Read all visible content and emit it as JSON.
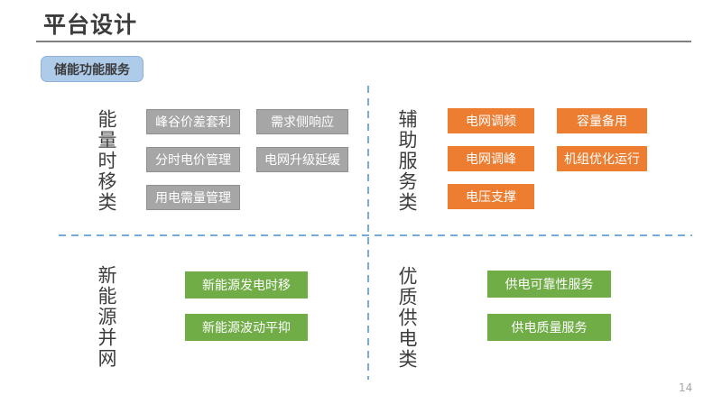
{
  "slide": {
    "title": "平台设计",
    "badge": "储能功能服务",
    "page_number": "14"
  },
  "colors": {
    "gray_button": "#a6a6a6",
    "orange_button": "#ed7d31",
    "green_button": "#70ad47",
    "badge_bg": "#aecbea",
    "divider_blue": "#76a9dc",
    "title_text": "#3b3b3b"
  },
  "quadrants": [
    {
      "label": "能量时移类",
      "color": "#a6a6a6",
      "columns": [
        {
          "items": [
            "峰谷价差套利",
            "分时电价管理",
            "用电需量管理"
          ]
        },
        {
          "items": [
            "需求侧响应",
            "电网升级延缓"
          ]
        }
      ]
    },
    {
      "label": "辅助服务类",
      "color": "#ed7d31",
      "columns": [
        {
          "items": [
            "电网调频",
            "电网调峰",
            "电压支撑"
          ]
        },
        {
          "items": [
            "容量备用",
            "机组优化运行"
          ]
        }
      ]
    },
    {
      "label": "新能源并网",
      "color": "#70ad47",
      "columns": [
        {
          "items": [
            "新能源发电时移",
            "新能源波动平抑"
          ]
        }
      ]
    },
    {
      "label": "优质供电类",
      "color": "#70ad47",
      "columns": [
        {
          "items": [
            "供电可靠性服务",
            "供电质量服务"
          ]
        }
      ]
    }
  ]
}
